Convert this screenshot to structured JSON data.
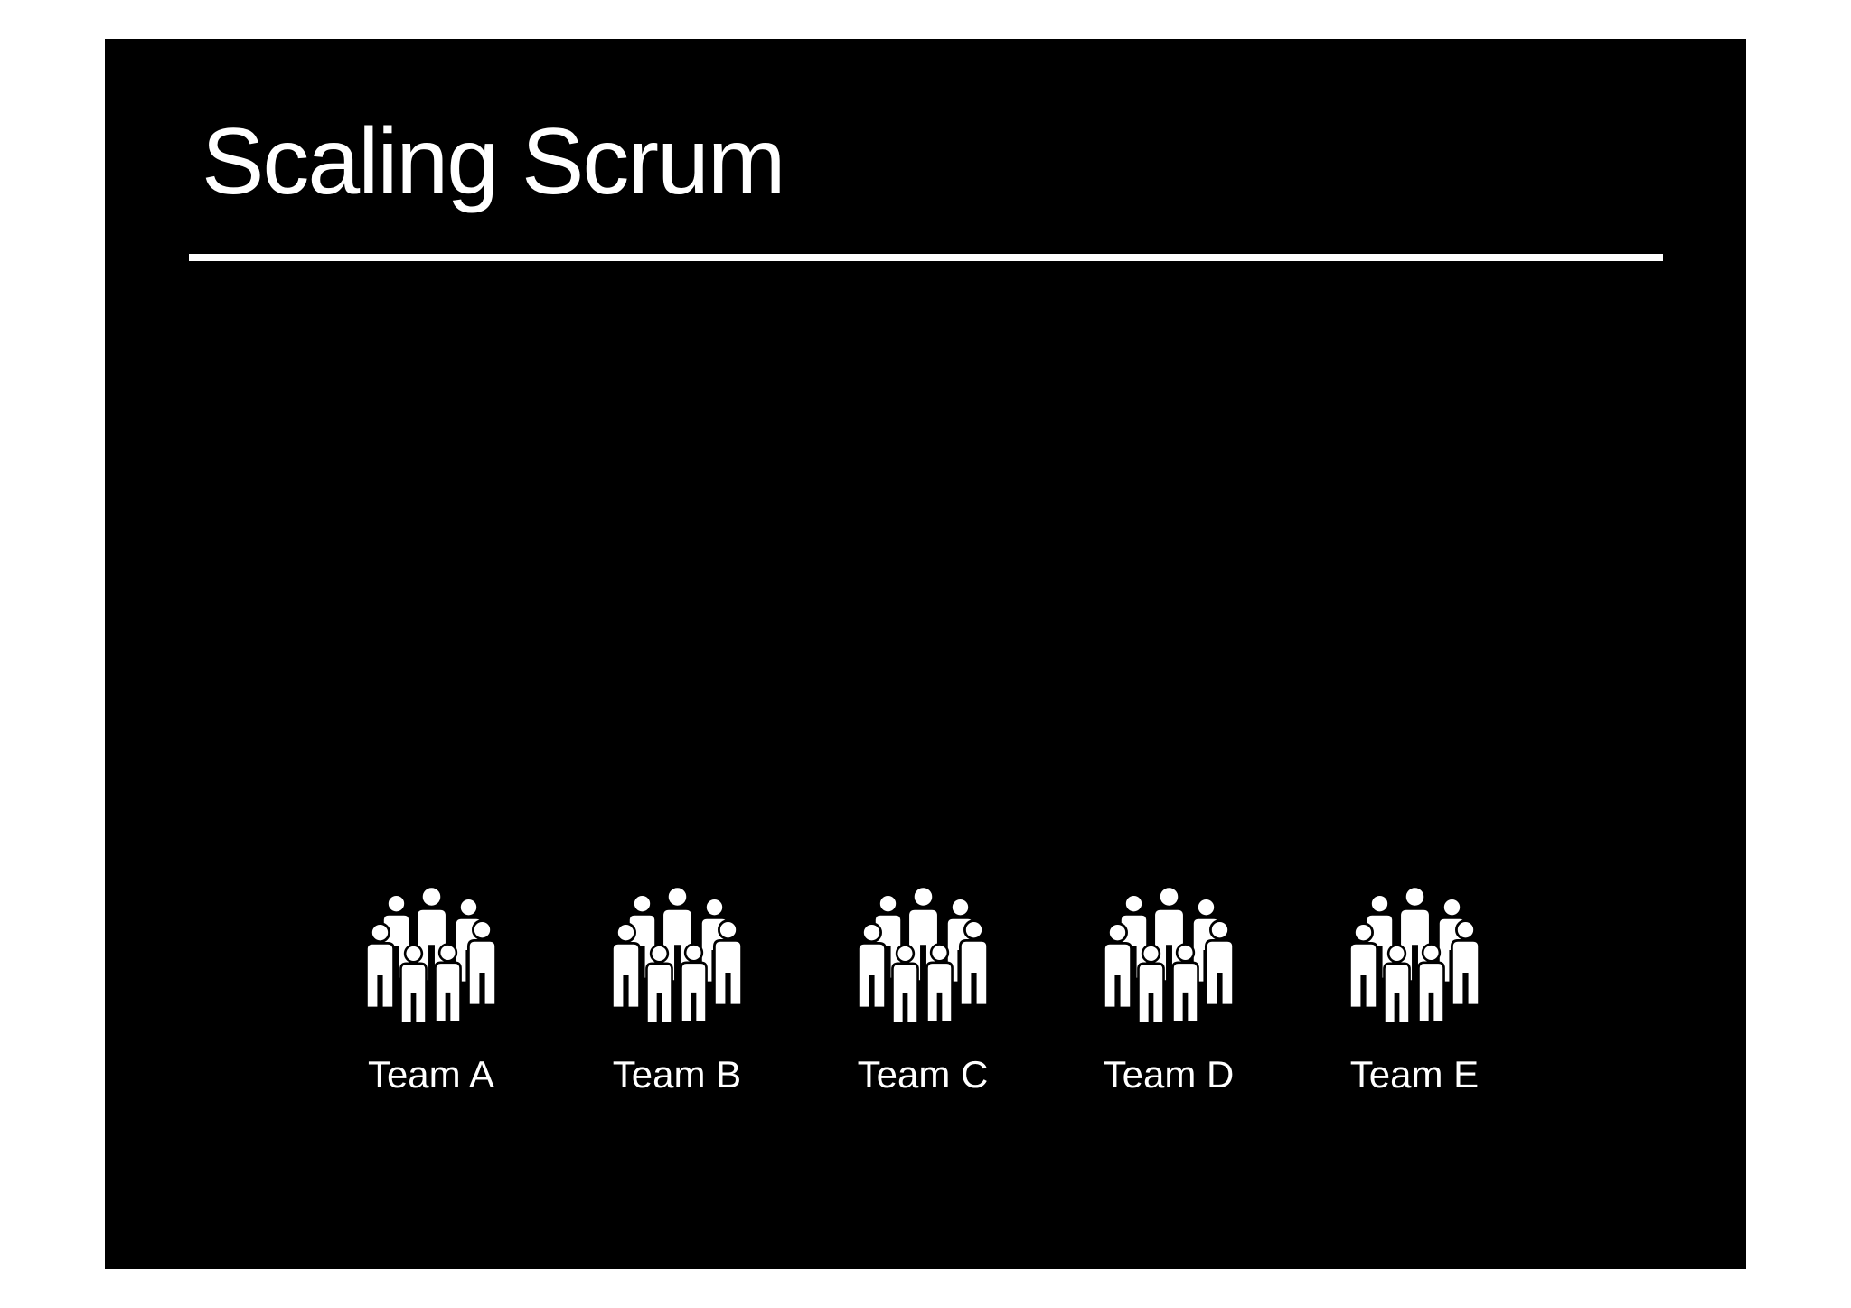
{
  "colors": {
    "page_background": "#ffffff",
    "slide_background": "#000000",
    "foreground": "#ffffff"
  },
  "slide": {
    "title": "Scaling Scrum",
    "teams": [
      {
        "label": "Team A",
        "icon": "people-group-icon",
        "member_count": 7
      },
      {
        "label": "Team B",
        "icon": "people-group-icon",
        "member_count": 7
      },
      {
        "label": "Team C",
        "icon": "people-group-icon",
        "member_count": 7
      },
      {
        "label": "Team D",
        "icon": "people-group-icon",
        "member_count": 7
      },
      {
        "label": "Team E",
        "icon": "people-group-icon",
        "member_count": 7
      }
    ]
  }
}
